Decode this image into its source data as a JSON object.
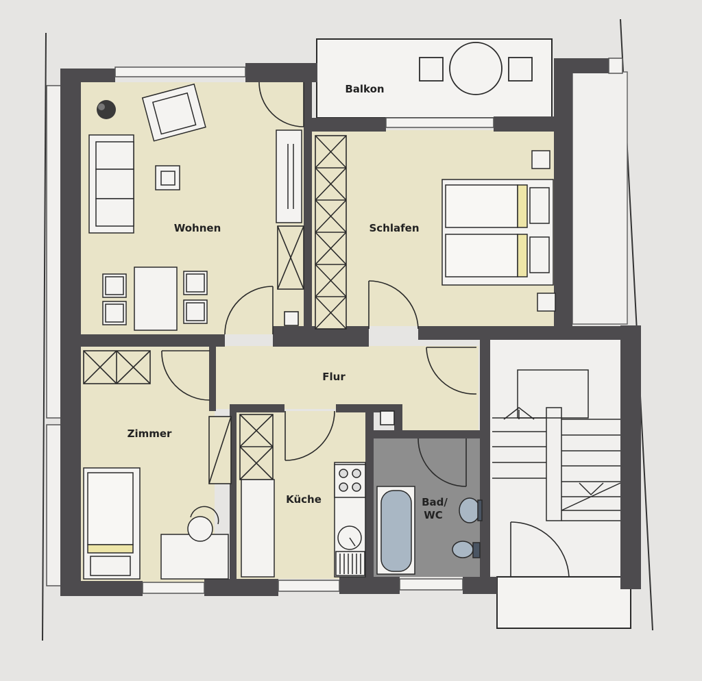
{
  "plan": {
    "rooms": {
      "balkon": "Balkon",
      "wohnen": "Wohnen",
      "schlafen": "Schlafen",
      "flur": "Flur",
      "zimmer": "Zimmer",
      "kueche": "Küche",
      "bad_line1": "Bad/",
      "bad_line2": "WC"
    },
    "colors": {
      "floor": "#e9e4c8",
      "wall": "#4d4b4e",
      "bath_tile": "#8e8e8e",
      "paper": "#e6e5e3",
      "line": "#2a2a2a"
    }
  }
}
